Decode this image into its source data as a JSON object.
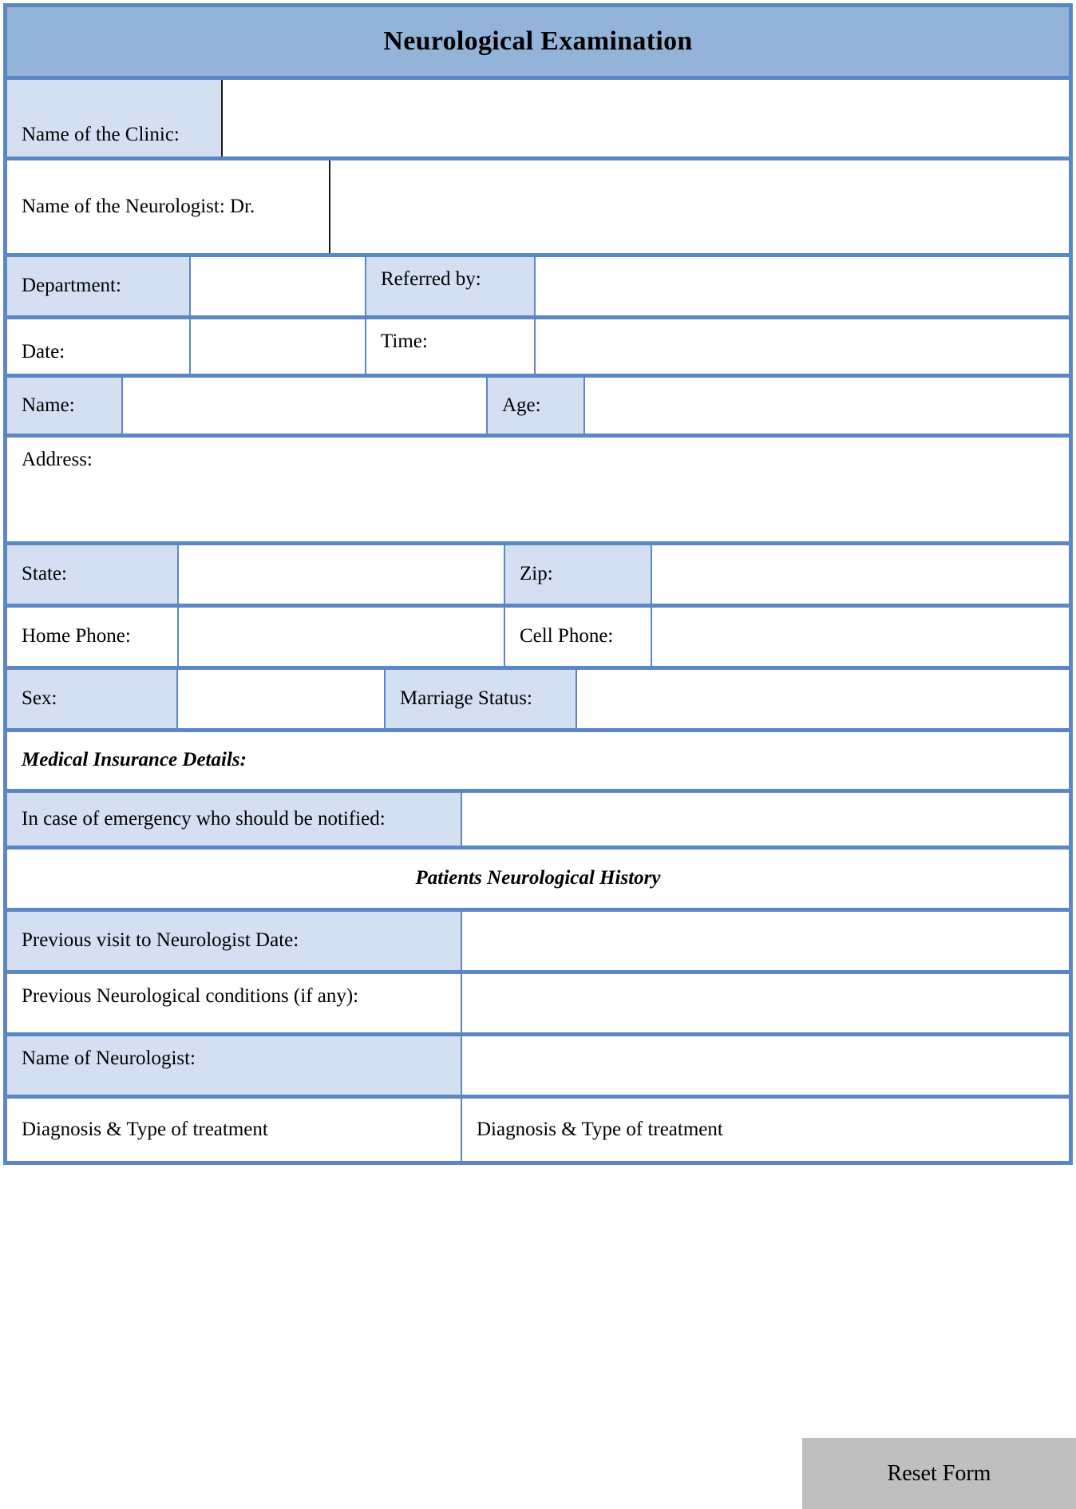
{
  "document": {
    "title": "Neurological Examination"
  },
  "clinic_section": {
    "clinic_label": "Name of the Clinic:",
    "clinic_value": "",
    "neurologist_label": "Name of the Neurologist:  Dr.",
    "neurologist_value": "",
    "department_label": "Department:",
    "department_value": "",
    "referred_by_label": "Referred by:",
    "referred_by_value": "",
    "date_label": "Date:",
    "date_value": "",
    "time_label": "Time:",
    "time_value": ""
  },
  "patient_section": {
    "name_label": "Name:",
    "name_value": "",
    "age_label": "Age:",
    "age_value": "",
    "address_label": "Address:",
    "address_value": "",
    "state_label": "State:",
    "state_value": "",
    "zip_label": "Zip:",
    "zip_value": "",
    "home_phone_label": "Home Phone:",
    "home_phone_value": "",
    "cell_phone_label": "Cell Phone:",
    "cell_phone_value": "",
    "sex_label": "Sex:",
    "sex_value": "",
    "marriage_status_label": "Marriage Status:",
    "marriage_status_value": "",
    "insurance_label": "Medical Insurance Details:",
    "insurance_value": "",
    "emergency_label": "In case of emergency who should be notified:",
    "emergency_value": ""
  },
  "history_section": {
    "heading": "Patients Neurological History",
    "previous_visit_label": "Previous visit to Neurologist Date:",
    "previous_visit_value": "",
    "previous_conditions_label": "Previous Neurological conditions (if any):",
    "previous_conditions_value": "",
    "neurologist_name_label": "Name of Neurologist:",
    "neurologist_name_value": "",
    "diagnosis_left_label": "Diagnosis & Type of treatment",
    "diagnosis_right_label": "Diagnosis & Type of treatment"
  },
  "actions": {
    "reset_label": "Reset Form"
  },
  "colors": {
    "banner": "#94b3d9",
    "cell_fill": "#d4e0f2",
    "border": "#5b87c5",
    "button": "#bfbfbf"
  }
}
